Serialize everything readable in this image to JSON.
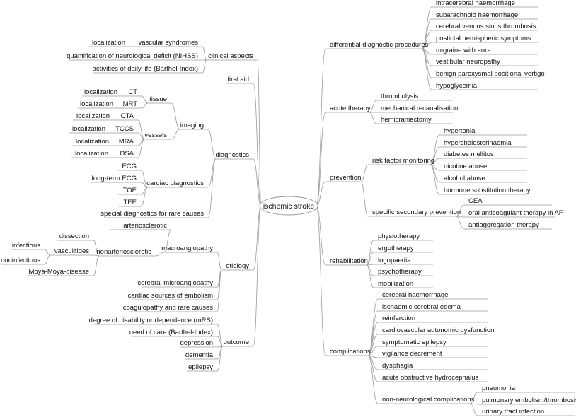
{
  "root": "ischemic stroke",
  "nodes": {
    "clinical": "clinical aspects",
    "vascular": "vascular syndromes",
    "vascular_loc": "localization",
    "nihss": "quantification of neurological deficit (NIHSS)",
    "barthel_adl": "activities of daily life (Barthel-Index)",
    "firstaid": "first aid",
    "diagnostics": "diagnostics",
    "imaging": "imaging",
    "tissue": "tissue",
    "ct": "CT",
    "ct_loc": "localization",
    "mrt": "MRT",
    "mrt_loc": "localization",
    "vessels": "vessels",
    "cta": "CTA",
    "cta_loc": "localization",
    "tccs": "TCCS",
    "tccs_loc": "localization",
    "mra": "MRA",
    "mra_loc": "localization",
    "dsa": "DSA",
    "dsa_loc": "localization",
    "cardiac": "cardiac diagnostics",
    "ecg": "ECG",
    "ltecg": "long-term ECG",
    "toe": "TOE",
    "tee": "TEE",
    "special": "special diagnostics for rare causes",
    "etiology": "etiology",
    "macro": "macroangiopathy",
    "arterio": "arteriosclerotic",
    "nonarterio": "nonarteriosclerotic",
    "dissection": "dissection",
    "vasculitides": "vasculitides",
    "infectious": "infectious",
    "noninfectious": "noninfectious",
    "moya": "Moya-Moya-disease",
    "micro": "cerebral microangiopathy",
    "cardemb": "cardiac sources of embolism",
    "coag": "coagulopathy and rare causes",
    "outcome": "outcome",
    "mrs": "degree of disability or dependence (mRS)",
    "needcare": "need of care (Barthel-Index)",
    "depression": "depression",
    "dementia": "dementia",
    "epilepsy": "epilepsy",
    "diffdiag": "differential diagnostic procedures",
    "dd_ich": "intracerebral haemorrhage",
    "dd_sah": "subarachnoid haemorrhage",
    "dd_cvst": "cerebral venous sinus thrombosis",
    "dd_postictal": "postictal hemispheric symptoms",
    "dd_migraine": "migraine with aura",
    "dd_vestib": "vestibular neuropathy",
    "dd_bppv": "benign paroxysmal positional vertigo",
    "dd_hypo": "hypoglycemia",
    "acute": "acute therapy",
    "thrombolysis": "thrombolysis",
    "mechrecan": "mechanical recanalisation",
    "hemicran": "hemicraniectomy",
    "prevention": "prevention",
    "rfm": "risk factor monitoring",
    "hypertonia": "hypertonia",
    "hyperchol": "hypercholesterinaemia",
    "diabetes": "diabetes mellitus",
    "nicotine": "nicotine abuse",
    "alcohol": "alcohol abuse",
    "hormone": "hormone substitution therapy",
    "ssp": "specific secondary prevention",
    "cea": "CEA",
    "oac": "oral anticoagulant therapy in AF",
    "antiagg": "antiaggregation therapy",
    "rehab": "rehabilitation",
    "physio": "physiotherapy",
    "ergo": "ergotherapy",
    "logo": "logopaedia",
    "psycho": "psychotherapy",
    "mobil": "mobilization",
    "complications": "complications",
    "c_haem": "cerebral haemorrhage",
    "c_edema": "ischaemic cerebral edema",
    "c_reinf": "reinfarction",
    "c_cad": "cardiovascular autonomic dysfunction",
    "c_epi": "symptomatic epilepsy",
    "c_vig": "vigilance decrement",
    "c_dys": "dysphagia",
    "c_hydro": "acute obstructive hydrocephalus",
    "nonneuro": "non-neurological complications",
    "pneumonia": "pneumonia",
    "pe": "pulmonary embolism/thrombosis",
    "uti": "urinary tract infection"
  }
}
